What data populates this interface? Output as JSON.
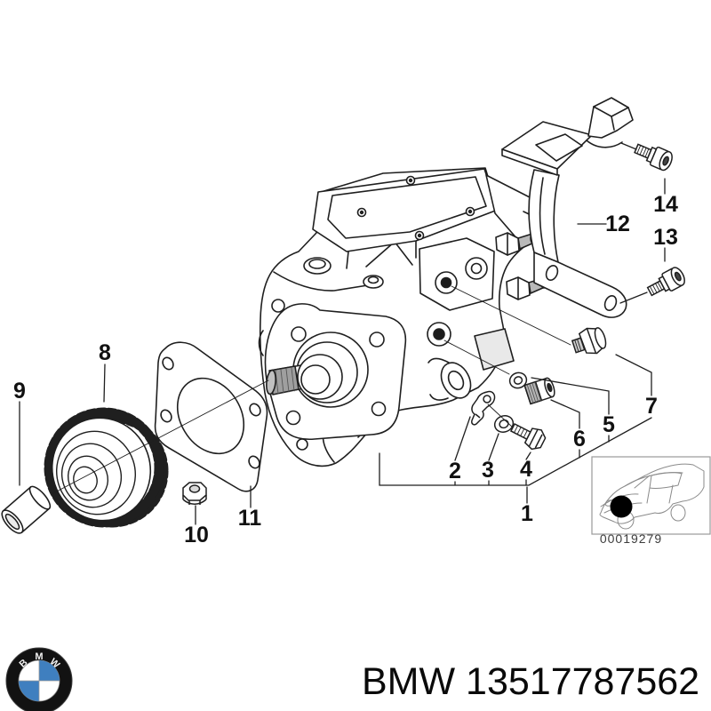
{
  "page": {
    "background": "#ffffff",
    "line_color": "#1f1f1f"
  },
  "callouts": {
    "c1": "1",
    "c2": "2",
    "c3": "3",
    "c4": "4",
    "c5": "5",
    "c6": "6",
    "c7": "7",
    "c8": "8",
    "c9": "9",
    "c10": "10",
    "c11": "11",
    "c12": "12",
    "c13": "13",
    "c14": "14"
  },
  "thumbnail": {
    "code": "00019279"
  },
  "footer": {
    "part_text": "BMW 13517787562"
  },
  "logo": {
    "letter1": "B",
    "letter2": "M",
    "letter3": "W",
    "blue": "#3f7fbf"
  }
}
